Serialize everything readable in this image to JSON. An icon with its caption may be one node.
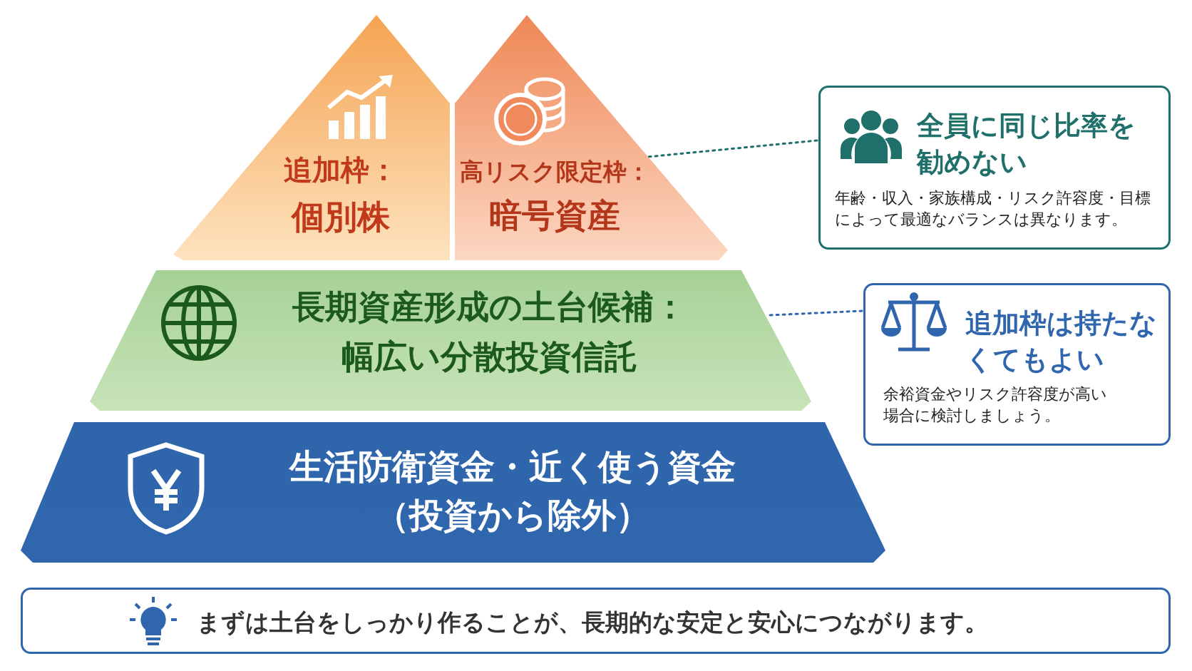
{
  "diagram": {
    "nodes": [
      {
        "text": [
          "追加枠：",
          "個別株"
        ]
      },
      {
        "text": [
          "高リスク限定枠：",
          "暗号資産"
        ]
      },
      {
        "text": [
          "長期資産形成の土台候補：",
          "幅広い分散投資信託"
        ]
      },
      {
        "text": [
          "生活防衛資金・近く使う資金",
          "（投資から除外）"
        ]
      },
      {
        "text": [
          "全員に同じ比率を勧めない",
          "年齢・収入・家族構成・リスク許容度・目標によって最適なバランスは異なります。"
        ]
      },
      {
        "text": [
          "追加枠は持たなくてもよい",
          "余裕資金やリスク許容度が高い場合に検討しましょう。"
        ]
      },
      {
        "text": [
          "まずは土台をしっかり作ることが、長期的な安定と安心につながります。"
        ]
      }
    ],
    "edges": [
      {
        "from": 4,
        "to": 1,
        "arrow": "none",
        "style": "dashed",
        "color": "#1f6f6a"
      },
      {
        "from": 5,
        "to": 2,
        "arrow": "none",
        "style": "dashed",
        "color": "#2f66ad"
      }
    ]
  }
}
